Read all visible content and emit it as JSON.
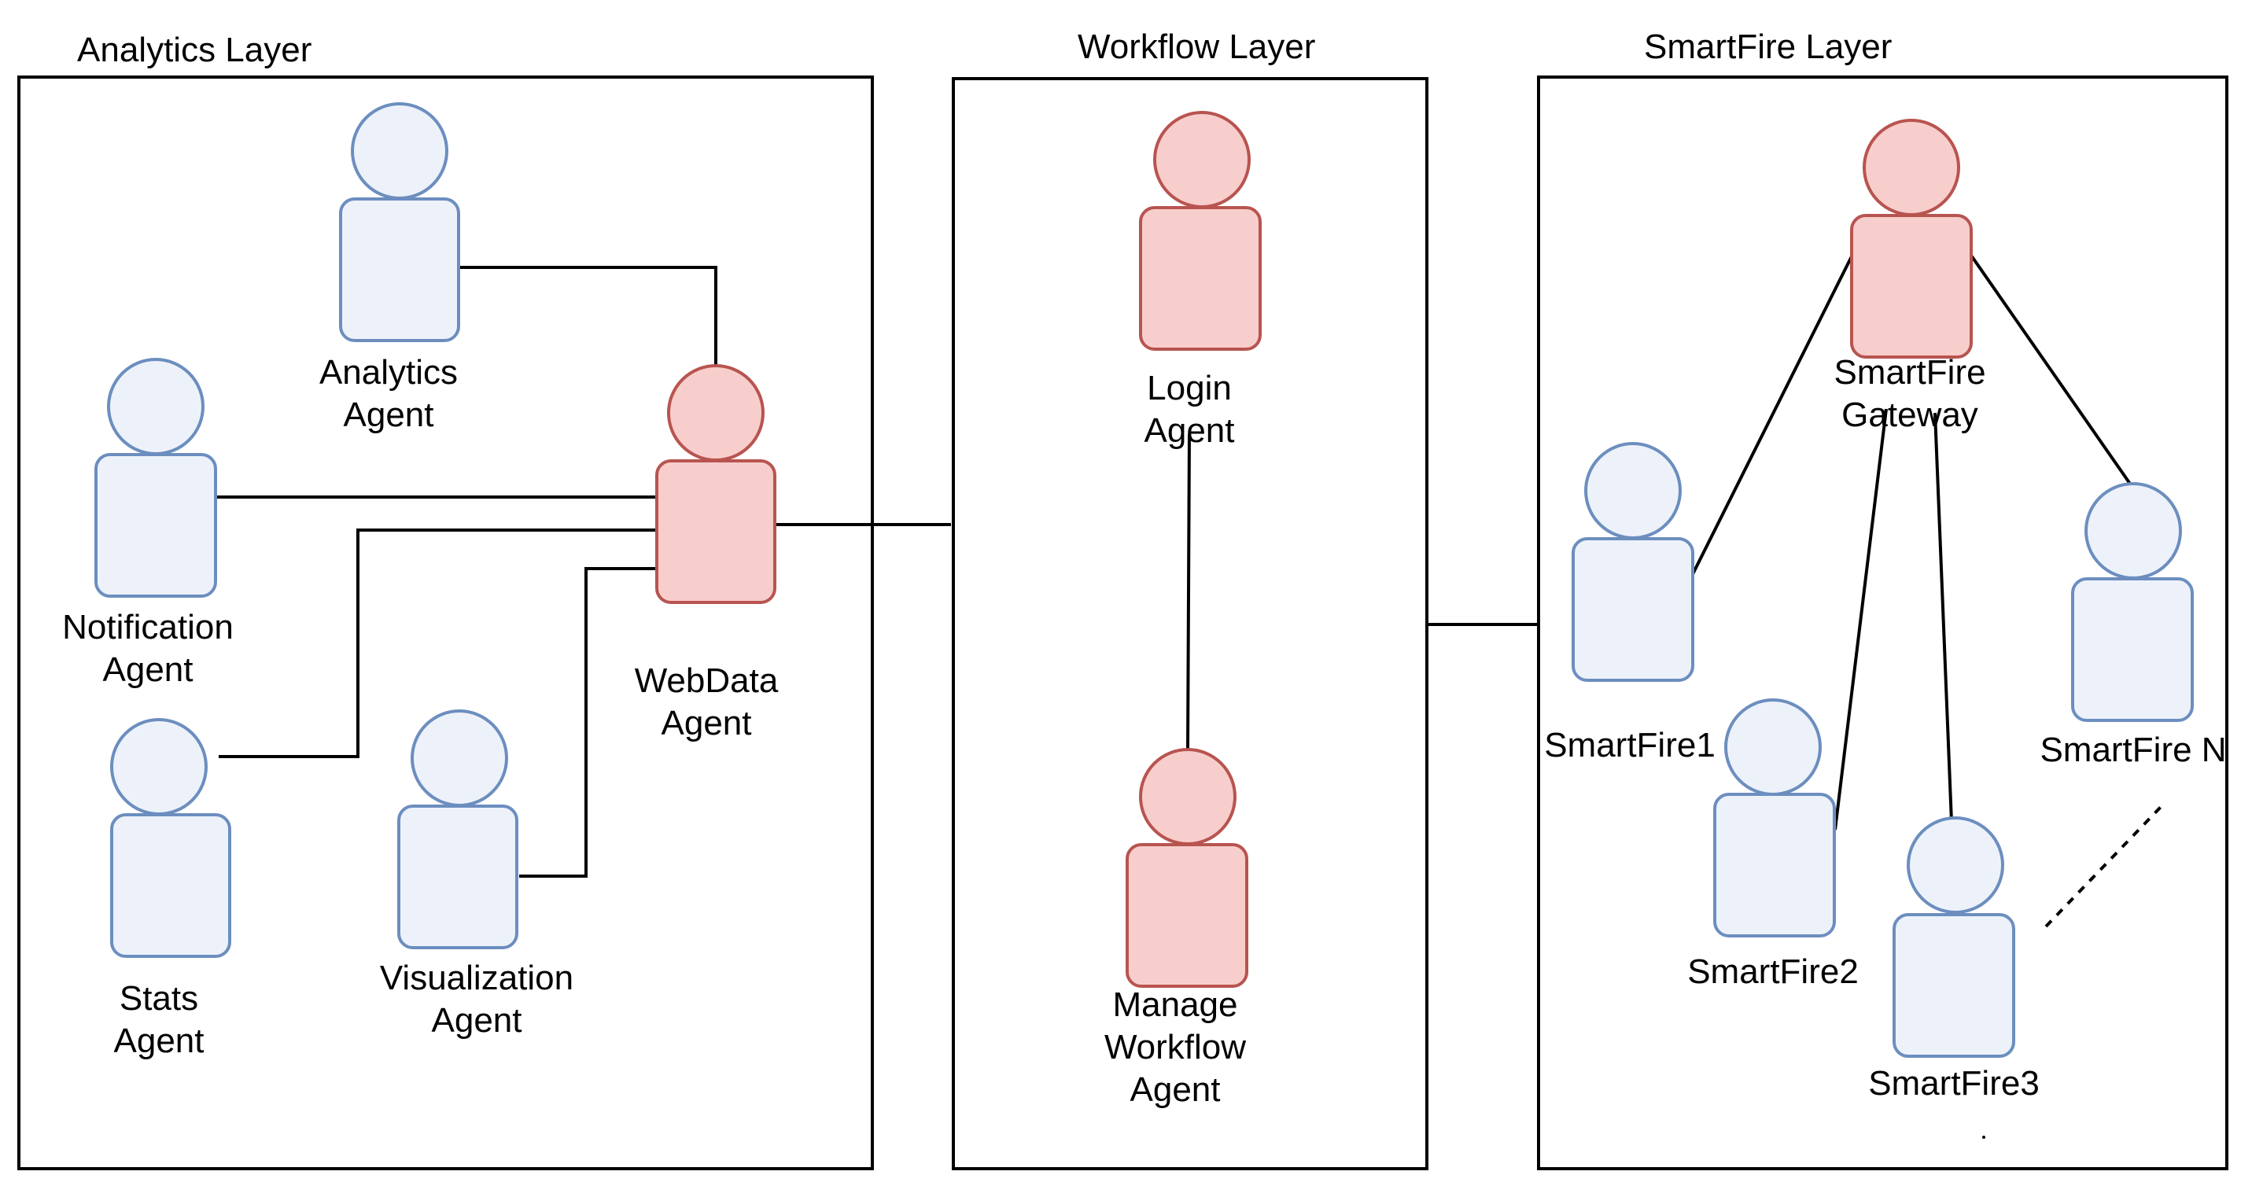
{
  "layers": {
    "analytics": {
      "title": "Analytics Layer"
    },
    "workflow": {
      "title": "Workflow Layer"
    },
    "smartfire": {
      "title": "SmartFire Layer"
    }
  },
  "agents": {
    "analytics": {
      "label": [
        "Analytics",
        "Agent"
      ],
      "role": "worker"
    },
    "notification": {
      "label": [
        "Notification",
        "Agent"
      ],
      "role": "worker"
    },
    "stats": {
      "label": [
        "Stats",
        "Agent"
      ],
      "role": "worker"
    },
    "visualization": {
      "label": [
        "Visualization",
        "Agent"
      ],
      "role": "worker"
    },
    "webdata": {
      "label": [
        "WebData",
        "Agent"
      ],
      "role": "hub"
    },
    "login": {
      "label": [
        "Login",
        "Agent"
      ],
      "role": "hub"
    },
    "manage": {
      "label": [
        "Manage",
        "Workflow",
        "Agent"
      ],
      "role": "hub"
    },
    "gateway": {
      "label": [
        "SmartFire",
        "Gateway"
      ],
      "role": "hub"
    },
    "sf1": {
      "label": [
        "SmartFire1"
      ],
      "role": "worker"
    },
    "sf2": {
      "label": [
        "SmartFire2"
      ],
      "role": "worker"
    },
    "sf3": {
      "label": [
        "SmartFire3"
      ],
      "role": "worker"
    },
    "sfn": {
      "label": [
        "SmartFire N"
      ],
      "role": "worker"
    }
  },
  "connections": [
    [
      "analytics",
      "webdata"
    ],
    [
      "notification",
      "webdata"
    ],
    [
      "stats",
      "webdata"
    ],
    [
      "visualization",
      "webdata"
    ],
    [
      "webdata",
      "workflow-layer"
    ],
    [
      "login",
      "manage"
    ],
    [
      "workflow-layer",
      "smartfire-layer"
    ],
    [
      "gateway",
      "sf1"
    ],
    [
      "gateway",
      "sf2"
    ],
    [
      "gateway",
      "sf3"
    ],
    [
      "gateway",
      "sfn"
    ]
  ],
  "colors": {
    "worker_fill": "#edf2fa",
    "worker_stroke": "#6c8ebf",
    "hub_fill": "#f8cecc",
    "hub_stroke": "#b85450"
  }
}
